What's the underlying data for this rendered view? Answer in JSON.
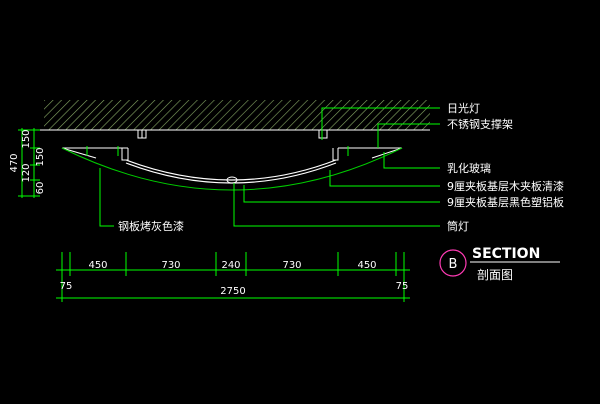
{
  "labels": {
    "daylight": "日光灯",
    "stainless_bracket": "不锈钢支撑架",
    "frosted_glass": "乳化玻璃",
    "plywood_clear": "9厘夹板基层木夹板清漆",
    "plywood_black": "9厘夹板基层黑色塑铝板",
    "downlight": "筒灯",
    "steel_paint": "钢板烤灰色漆"
  },
  "section": {
    "letter": "B",
    "title": "SECTION",
    "subtitle": "剖面图"
  },
  "dims_top": [
    "450",
    "730",
    "240",
    "730",
    "450"
  ],
  "dims_small": [
    "75",
    "75"
  ],
  "dim_total": "2750",
  "dims_vertical": [
    "150",
    "470",
    "150",
    "120",
    "60"
  ],
  "colors": {
    "background": "#000000",
    "drawing": "#ffffff",
    "leaders": "#00ff00",
    "hatch": "#88aa66"
  }
}
